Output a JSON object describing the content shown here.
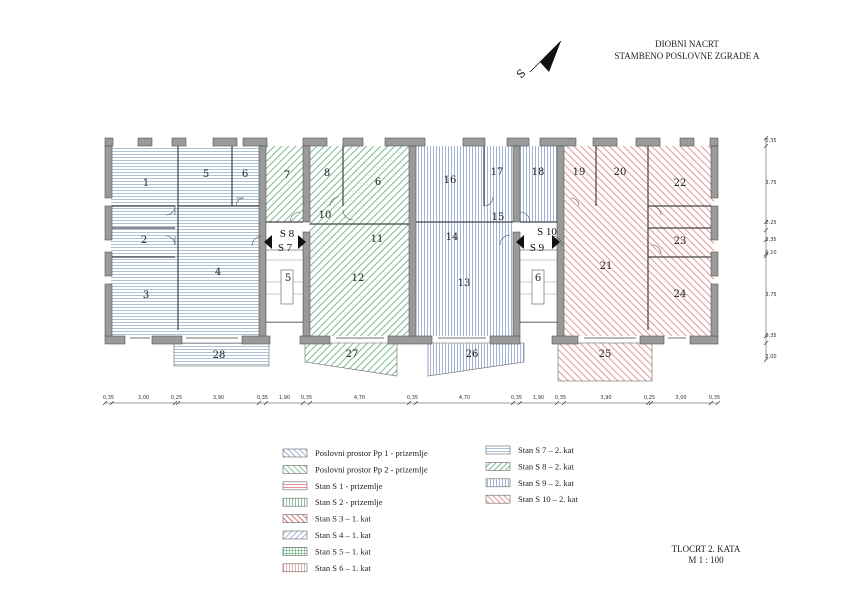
{
  "title": {
    "line1": "DIOBNI NACRT",
    "line2": "STAMBENO POSLOVNE ZGRADE A"
  },
  "north_label": "S",
  "plan_caption": {
    "line1": "TLOCRT 2. KATA",
    "line2": "M 1 : 100"
  },
  "colors": {
    "wall": "#9a9a9a",
    "S7": "#8aa8c8",
    "S8": "#5aa878",
    "S9": "#7a94c8",
    "S10": "#e08a8a",
    "line": "#444444"
  },
  "stairs": {
    "left": {
      "s_top": "S 8",
      "s_bottom": "S 7",
      "flight": "5"
    },
    "right": {
      "s_top": "S 10",
      "s_bottom": "S 9",
      "flight": "6"
    }
  },
  "rooms": [
    "1",
    "2",
    "3",
    "4",
    "5",
    "6",
    "7",
    "8",
    "6",
    "10",
    "11",
    "12",
    "16",
    "17",
    "18",
    "15",
    "14",
    "13",
    "19",
    "20",
    "22",
    "21",
    "23",
    "24",
    "28",
    "27",
    "26",
    "25"
  ],
  "dims_bottom": [
    "0,35",
    "3,00",
    "0,25",
    "3,90",
    "0,35",
    "1,90",
    "0,35",
    "4,70",
    "0,35",
    "4,70",
    "0,35",
    "1,90",
    "0,35",
    "3,90",
    "0,25",
    "3,00",
    "0,35"
  ],
  "dims_right": [
    "0,35",
    "3,75",
    "0,25",
    "1,35",
    "0,10",
    "3,75",
    "0,35",
    "2,00"
  ],
  "legend": {
    "left": [
      {
        "label": "Poslovni prostor Pp 1 - prizemlje",
        "color": "#7a94c8",
        "pattern": "diag"
      },
      {
        "label": "Poslovni prostor Pp 2 - prizemlje",
        "color": "#5aa878",
        "pattern": "diag"
      },
      {
        "label": "Stan S 1 - prizemlje",
        "color": "#e06060",
        "pattern": "horiz"
      },
      {
        "label": "Stan S 2 - prizemlje",
        "color": "#5aa878",
        "pattern": "vert"
      },
      {
        "label": "Stan S 3 – 1. kat",
        "color": "#d06060",
        "pattern": "diag"
      },
      {
        "label": "Stan S 4 – 1. kat",
        "color": "#7a94c8",
        "pattern": "anti"
      },
      {
        "label": "Stan S 5 – 1. kat",
        "color": "#5aa878",
        "pattern": "grid"
      },
      {
        "label": "Stan S 6 – 1. kat",
        "color": "#e08a8a",
        "pattern": "vert"
      }
    ],
    "right": [
      {
        "label": "Stan S 7 – 2. kat",
        "color": "#8aa8c8",
        "pattern": "horiz"
      },
      {
        "label": "Stan S 8 – 2. kat",
        "color": "#5aa878",
        "pattern": "anti"
      },
      {
        "label": "Stan S 9 – 2. kat",
        "color": "#7a94c8",
        "pattern": "vert"
      },
      {
        "label": "Stan S 10 – 2. kat",
        "color": "#e08a8a",
        "pattern": "diag"
      }
    ]
  }
}
